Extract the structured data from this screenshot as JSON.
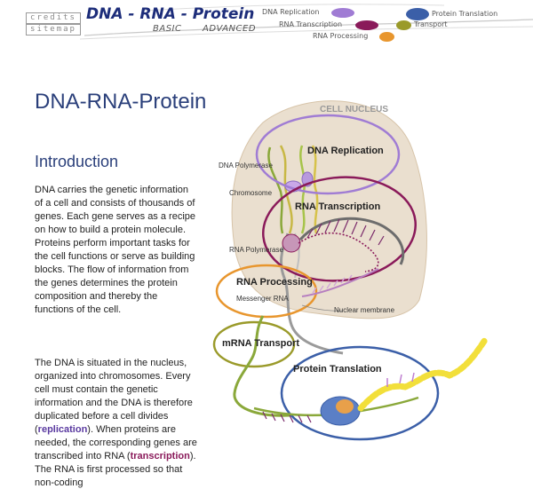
{
  "header": {
    "credits": "credits",
    "sitemap": "sitemap",
    "site_title": "DNA - RNA - Protein",
    "level_basic": "BASIC",
    "level_advanced": "ADVANCED",
    "legend": [
      {
        "label": "DNA Replication",
        "color": "#a07cd4"
      },
      {
        "label": "RNA Transcription",
        "color": "#8a1a5a"
      },
      {
        "label": "RNA Processing",
        "color": "#e8962e"
      },
      {
        "label": "Protein Translation",
        "color": "#3b5fa8"
      },
      {
        "label": "Transport",
        "color": "#9a9a2a"
      }
    ]
  },
  "main": {
    "title": "DNA-RNA-Protein",
    "intro_heading": "Introduction",
    "para1": "DNA carries the genetic information of a cell and consists of thousands of genes. Each gene serves as a recipe on how to build a protein molecule. Proteins perform important tasks for the cell functions or serve as building blocks. The flow of information from the genes determines the protein composition and thereby the functions of the cell.",
    "para2": {
      "part1": "The DNA is situated in the nucleus, organized into chromosomes. Every cell must contain the genetic information and the DNA is therefore duplicated before a cell divides (",
      "link_replication": "replication",
      "part2": "). When proteins are needed, the corresponding genes are transcribed into RNA (",
      "link_transcription": "transcription",
      "part3": "). The RNA is first processed so that non-coding"
    }
  },
  "diagram": {
    "nucleus_label": "CELL NUCLEUS",
    "dna_replication": "DNA Replication",
    "dna_polymerase": "DNA Polymerase",
    "chromosome": "Chromosome",
    "rna_transcription": "RNA Transcription",
    "rna_polymerase": "RNA Polymerase",
    "rna_processing": "RNA Processing",
    "messenger_rna": "Messenger RNA",
    "nuclear_membrane": "Nuclear membrane",
    "mrna_transport": "mRNA Transport",
    "protein_translation": "Protein Translation",
    "colors": {
      "nucleus": "#eadfcf",
      "replication": "#a07cd4",
      "transcription": "#8a1a5a",
      "processing": "#e8962e",
      "transport": "#9a9a2a",
      "translation": "#3b5fa8"
    }
  }
}
